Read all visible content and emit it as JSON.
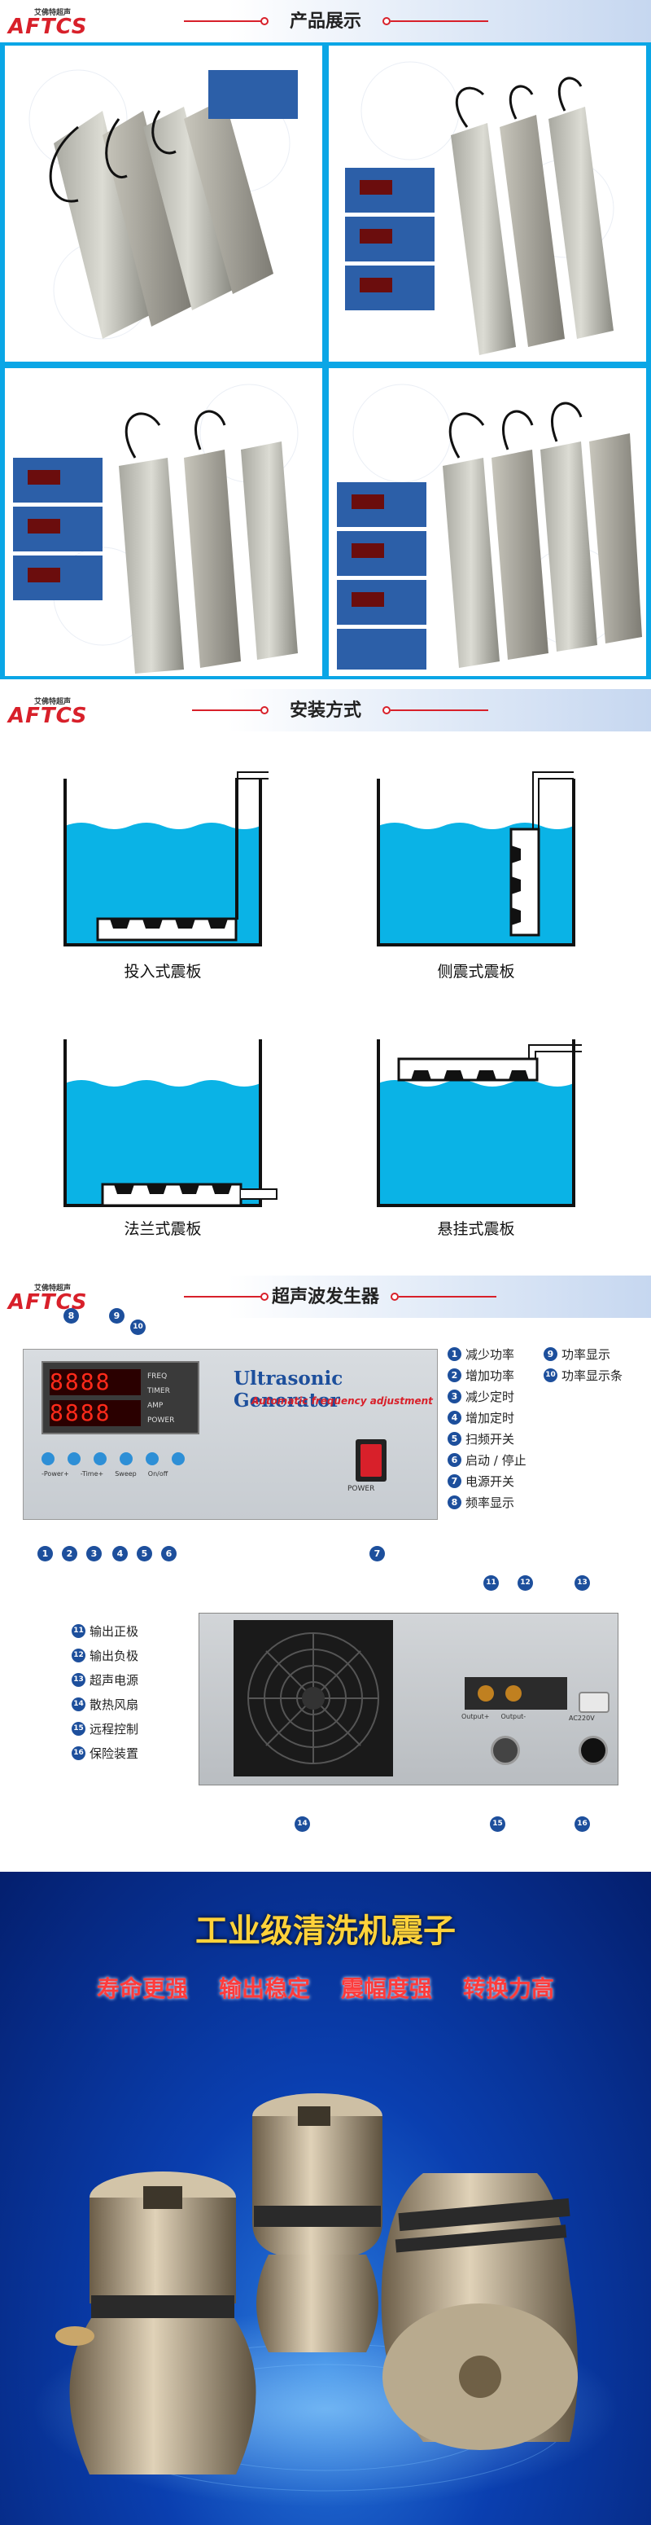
{
  "brand": {
    "logo_text": "AFTCS",
    "logo_small": "艾佛特超声"
  },
  "sections": {
    "products_title": "产品展示",
    "install_title": "安装方式",
    "generator_title": "超声波发生器"
  },
  "install_methods": [
    "投入式震板",
    "侧震式震板",
    "法兰式震板",
    "悬挂式震板"
  ],
  "generator": {
    "brand": "Ultrasonic Generator",
    "subtitle": "Automatic frequency adjustment",
    "display_tags": [
      "FREQ",
      "TIMER",
      "AMP",
      "POWER"
    ],
    "power_label": "POWER",
    "button_labels": [
      "-Power+",
      "-Time+",
      "Sweep",
      "On/off"
    ],
    "front_legend": [
      {
        "n": "1",
        "label": "减少功率"
      },
      {
        "n": "9",
        "label": "功率显示"
      },
      {
        "n": "2",
        "label": "增加功率"
      },
      {
        "n": "10",
        "label": "功率显示条"
      },
      {
        "n": "3",
        "label": "减少定时"
      },
      {
        "n": "4",
        "label": "增加定时"
      },
      {
        "n": "5",
        "label": "扫频开关"
      },
      {
        "n": "6",
        "label": "启动 / 停止"
      },
      {
        "n": "7",
        "label": "电源开关"
      },
      {
        "n": "8",
        "label": "频率显示"
      }
    ],
    "rear_legend": [
      {
        "n": "11",
        "label": "输出正极"
      },
      {
        "n": "12",
        "label": "输出负极"
      },
      {
        "n": "13",
        "label": "超声电源"
      },
      {
        "n": "14",
        "label": "散热风扇"
      },
      {
        "n": "15",
        "label": "远程控制"
      },
      {
        "n": "16",
        "label": "保险装置"
      }
    ],
    "rear_port_labels": [
      "Output+",
      "Output-",
      "AC220V"
    ]
  },
  "transducer": {
    "title": "工业级清洗机震子",
    "features": [
      "寿命更强",
      "输出稳定",
      "震幅度强",
      "转换力高"
    ]
  },
  "colors": {
    "brand_red": "#d8202a",
    "water": "#0ab3e6",
    "marker_blue": "#1d4f9c",
    "promo_bg": "#0a2f8f"
  }
}
